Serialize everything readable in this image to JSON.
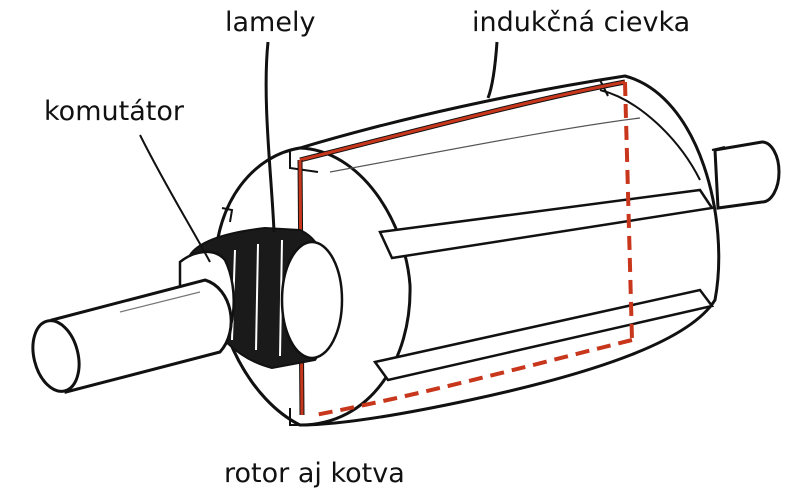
{
  "labels": {
    "lamely": "lamely",
    "cievka": "indukčná cievka",
    "komutator": "komutátor",
    "rotor": "rotor aj kotva"
  },
  "colors": {
    "ink": "#111111",
    "coil": "#c8361c",
    "commutator": "#1a1a1a",
    "background": "#ffffff"
  }
}
